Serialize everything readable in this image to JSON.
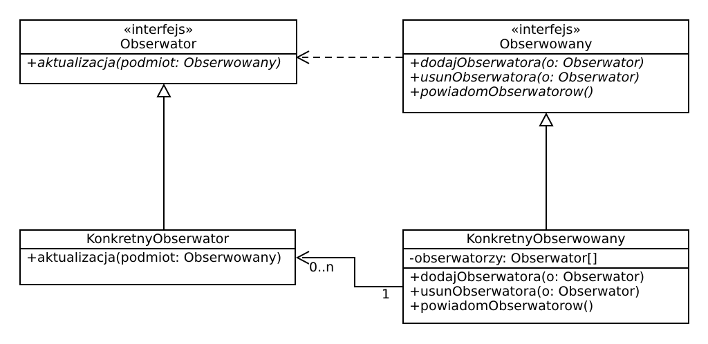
{
  "colors": {
    "line": "#000000",
    "text": "#000000",
    "background": "#ffffff",
    "box_fill": "#ffffff"
  },
  "boxes": {
    "obserwator": {
      "stereotype": "«interfejs»",
      "name": "Obserwator",
      "methods": [
        "+aktualizacja(podmiot: Obserwowany)"
      ]
    },
    "obserwowany": {
      "stereotype": "«interfejs»",
      "name": "Obserwowany",
      "methods": [
        "+dodajObserwatora(o: Obserwator)",
        "+usunObserwatora(o: Obserwator)",
        "+powiadomObserwatorow()"
      ]
    },
    "konkretny_obserwator": {
      "name": "KonkretnyObserwator",
      "methods": [
        "+aktualizacja(podmiot: Obserwowany)"
      ]
    },
    "konkretny_obserwowany": {
      "name": "KonkretnyObserwowany",
      "attributes": [
        "-obserwatorzy: Obserwator[]"
      ],
      "methods": [
        "+dodajObserwatora(o: Obserwator)",
        "+usunObserwatora(o: Obserwator)",
        "+powiadomObserwatorow()"
      ]
    }
  },
  "relations": {
    "association": {
      "target_multiplicity": "0..n",
      "source_multiplicity": "1"
    }
  }
}
